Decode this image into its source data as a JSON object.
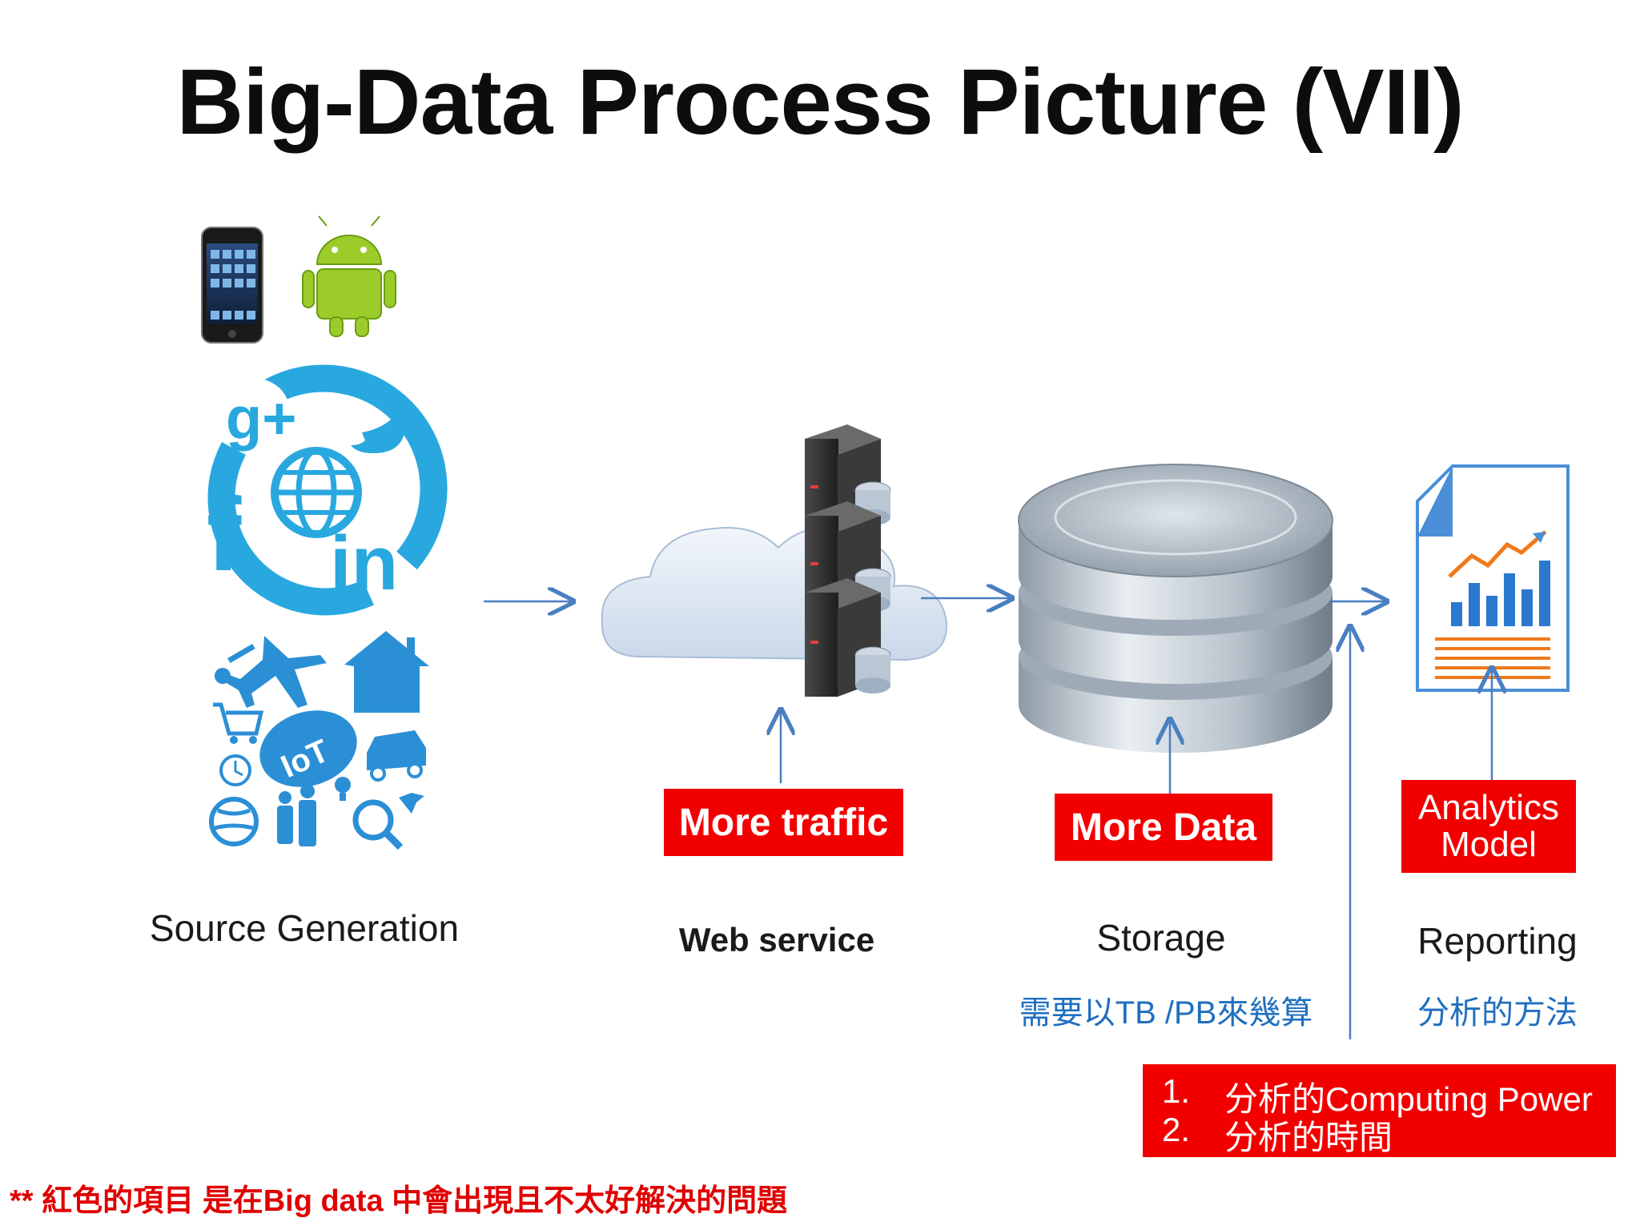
{
  "title": "Big-Data Process Picture (VII)",
  "stages": {
    "source": {
      "label": "Source Generation"
    },
    "web": {
      "label": "Web service",
      "issue": "More traffic"
    },
    "storage": {
      "label": "Storage",
      "issue": "More Data",
      "note": "需要以TB /PB來幾算"
    },
    "reporting": {
      "label": "Reporting",
      "issue_line1": "Analytics",
      "issue_line2": "Model",
      "note": "分析的方法"
    }
  },
  "analysis_issues": [
    {
      "num": "1.",
      "text": "分析的Computing Power"
    },
    {
      "num": "2.",
      "text": "分析的時間"
    }
  ],
  "social_icon_text": {
    "gplus": "g+",
    "facebook": "f",
    "linkedin": "in"
  },
  "iot_text": "IoT",
  "footnote": "** 紅色的項目 是在Big data 中會出現且不太好解決的問題",
  "colors": {
    "issue_red": "#f20000",
    "note_blue": "#1f6fbf",
    "arrow_blue": "#4a7fc1",
    "social_blue": "#29a8e0",
    "iot_blue": "#2b8fd6",
    "android_green": "#9ccc2a"
  }
}
